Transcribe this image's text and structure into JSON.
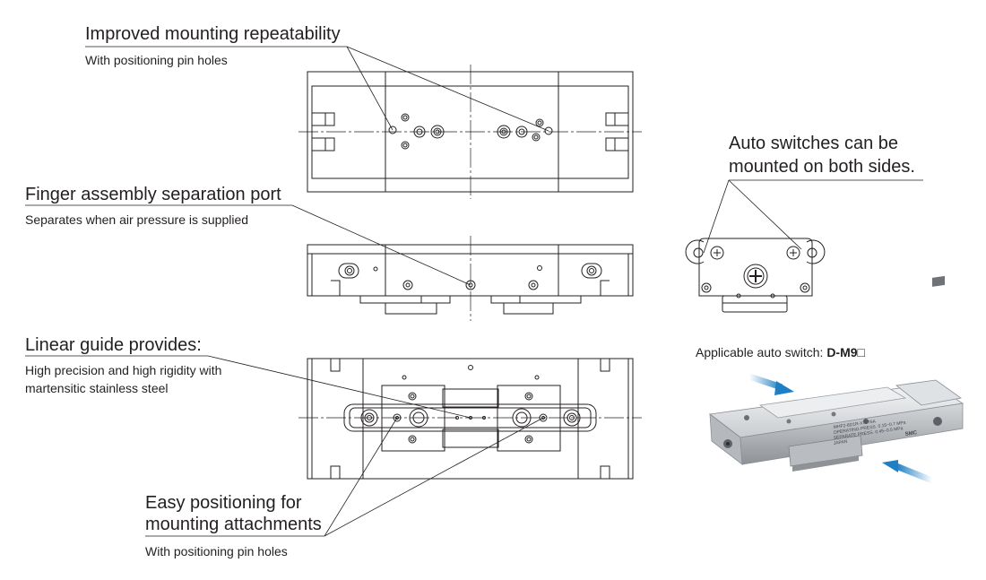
{
  "callouts": {
    "mounting_repeatability": {
      "title": "Improved mounting repeatability",
      "subtitle": "With positioning pin holes"
    },
    "separation_port": {
      "title": "Finger assembly separation port",
      "subtitle": "Separates when air pressure is supplied"
    },
    "linear_guide": {
      "title": "Linear guide provides:",
      "subtitle_line1": "High precision and high rigidity with",
      "subtitle_line2": "martensitic stainless steel"
    },
    "easy_positioning": {
      "title_line1": "Easy positioning for",
      "title_line2": "mounting attachments",
      "subtitle": "With positioning pin holes"
    },
    "auto_switches": {
      "title_line1": "Auto switches can be",
      "title_line2": "mounted on both sides."
    }
  },
  "applicable_switch": {
    "prefix": "Applicable auto switch: ",
    "model": "D-M9□"
  },
  "product_photo": {
    "nameplate_line1": "MHF2-8D1R-X7076A",
    "nameplate_line2": "OPERATING PRESS. 0.15~0.7 MPa",
    "nameplate_line3": "SEPARATE PRESS. 0.45~0.5 MPa",
    "nameplate_line4": "JAPAN",
    "brand": "SMC"
  },
  "colors": {
    "line": "#231f20",
    "arrow_blue": "#1f7fc4",
    "metal_light": "#e6e8ea",
    "metal_dark": "#9a9ea3"
  }
}
